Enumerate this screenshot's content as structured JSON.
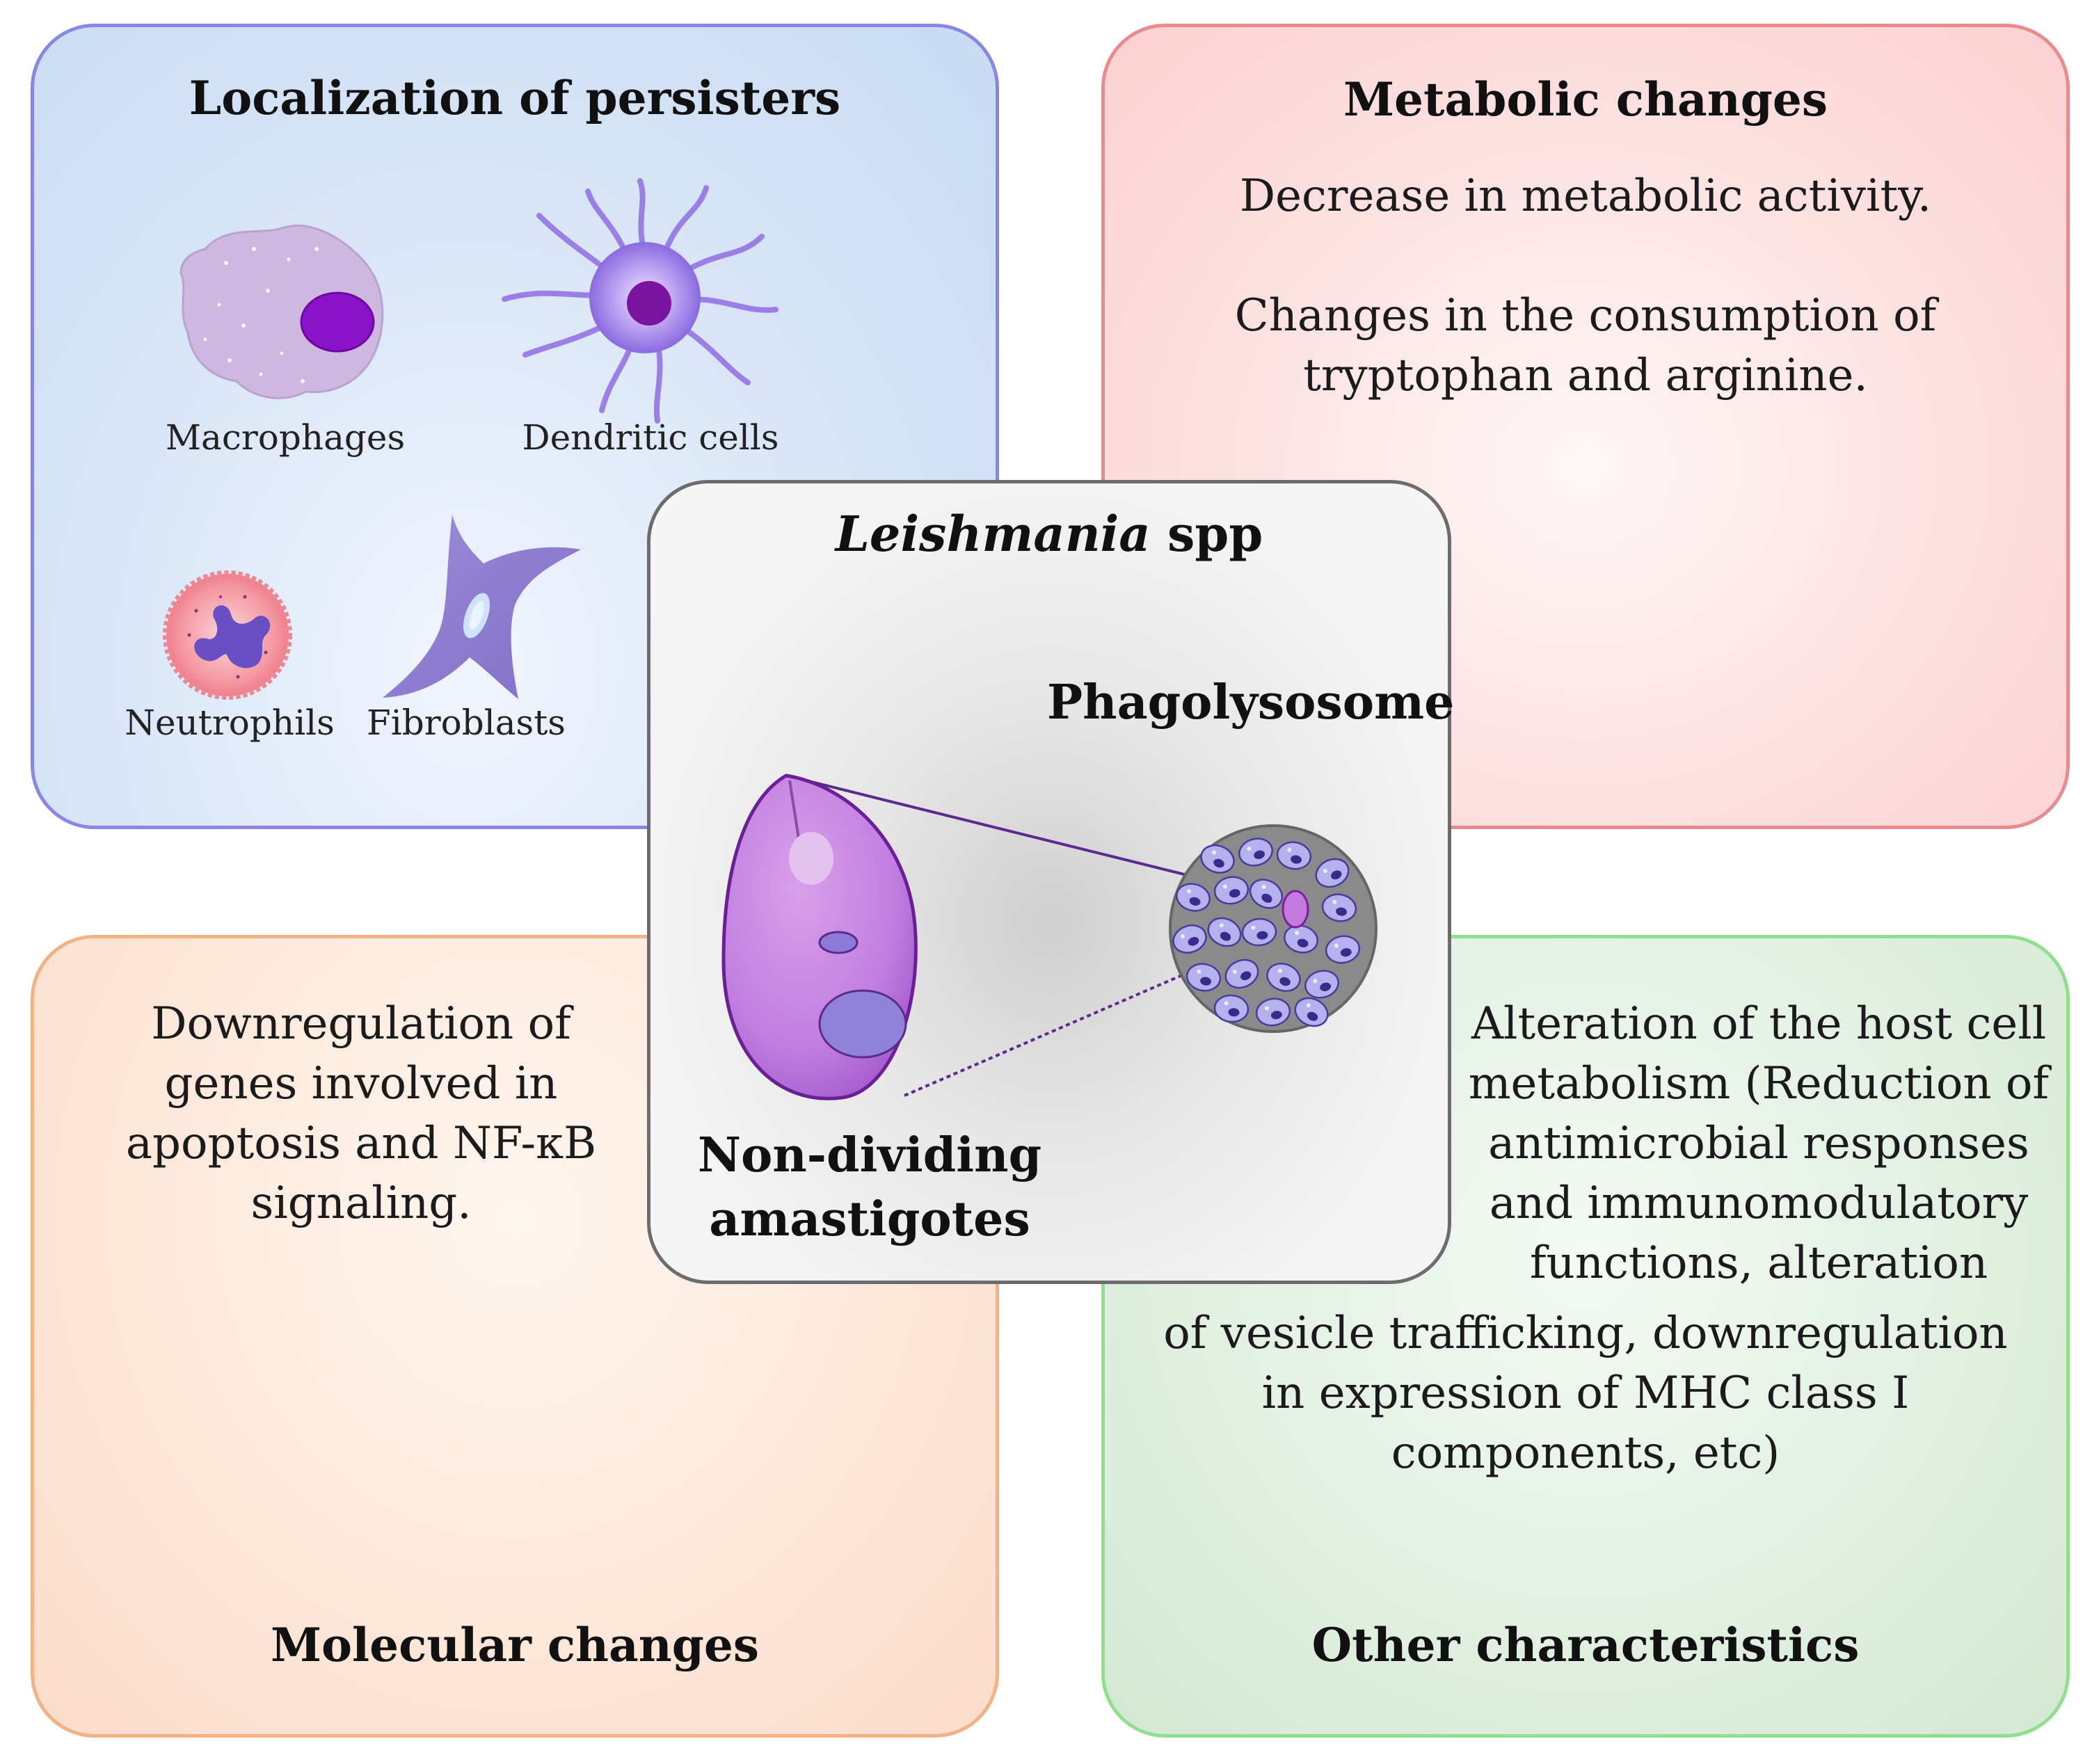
{
  "panels": {
    "localization": {
      "title": "Localization of persisters",
      "cells": {
        "macrophages": "Macrophages",
        "dendritic": "Dendritic cells",
        "neutrophils": "Neutrophils",
        "fibroblasts": "Fibroblasts"
      }
    },
    "metabolic": {
      "title": "Metabolic changes",
      "line1": "Decrease in metabolic activity.",
      "line2": "Changes in the consumption of",
      "line3": "tryptophan and arginine."
    },
    "molecular": {
      "title": "Molecular changes",
      "lines": [
        "Downregulation of",
        "genes involved in",
        "apoptosis and NF-κB",
        "signaling."
      ]
    },
    "other": {
      "title": "Other characteristics",
      "lines": [
        "Alteration of the host cell",
        "metabolism (Reduction of",
        "antimicrobial responses",
        "and immunomodulatory",
        "functions,  alteration",
        "of vesicle trafficking, downregulation",
        "in expression of MHC class I",
        "components, etc)"
      ]
    },
    "center": {
      "title_italic": "Leishmania",
      "title_rest": " spp",
      "phagolysosome": "Phagolysosome",
      "amastigotes_line1": "Non-dividing",
      "amastigotes_line2": "amastigotes"
    }
  },
  "colors": {
    "localization_border": "#8a86e6",
    "metabolic_border": "#e98b8e",
    "molecular_border": "#f2b283",
    "other_border": "#8fe08c",
    "center_border": "#6c6c6c"
  }
}
